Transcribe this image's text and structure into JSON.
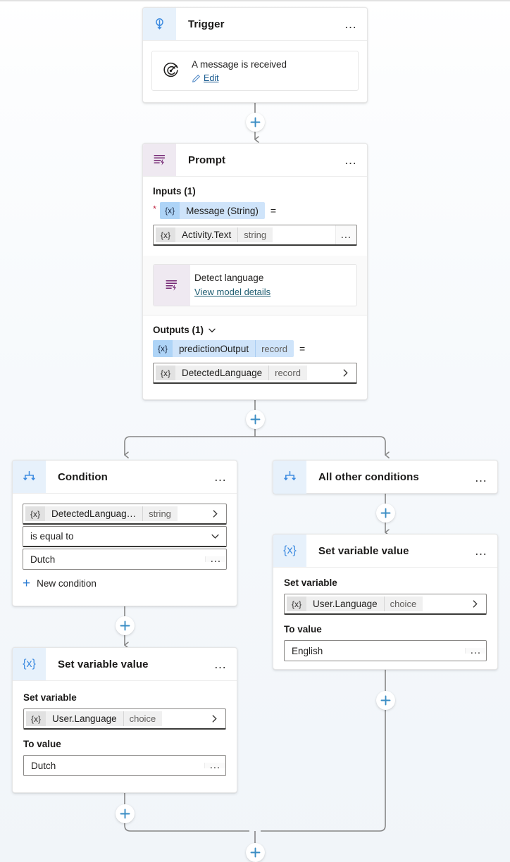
{
  "canvas": {
    "background_top": "#ffffff",
    "background_bottom": "#f1f5f9",
    "connector_color": "#868686",
    "accent_blue": "#2b7cd3"
  },
  "nodes": {
    "trigger": {
      "title": "Trigger",
      "icon": "trigger-lightbulb-icon",
      "menu": "…",
      "item": {
        "icon": "target-arrow-icon",
        "title": "A message is received",
        "edit_link": "Edit",
        "edit_icon": "pencil-icon"
      }
    },
    "prompt": {
      "title": "Prompt",
      "icon": "prompt-lines-bolt-icon",
      "menu": "…",
      "inputs_label": "Inputs (1)",
      "required_marker": "*",
      "input_token": {
        "x": "{x}",
        "name": "Message (String)",
        "type": ""
      },
      "equals": "=",
      "input_value": {
        "x": "{x}",
        "name": "Activity.Text",
        "type": "string",
        "menu": "…"
      },
      "model": {
        "icon": "prompt-lines-bolt-icon",
        "title": "Detect language",
        "link": "View model details"
      },
      "outputs_label": "Outputs (1)",
      "outputs_chevron": "chevron-down-icon",
      "output_token": {
        "x": "{x}",
        "name": "predictionOutput",
        "type": "record"
      },
      "output_equals": "=",
      "output_value": {
        "x": "{x}",
        "name": "DetectedLanguage",
        "type": "record",
        "chevron": "chevron-right-icon"
      }
    },
    "condition": {
      "title": "Condition",
      "icon": "branch-icon",
      "menu": "…",
      "operand": {
        "x": "{x}",
        "name": "DetectedLanguag…",
        "type": "string",
        "chevron": "chevron-right-icon"
      },
      "operator": "is equal to",
      "operator_chevron": "chevron-down-icon",
      "value": "Dutch",
      "value_menu": "…",
      "new_condition": "New condition",
      "new_condition_icon": "plus-icon"
    },
    "all_other_conditions": {
      "title": "All other conditions",
      "icon": "branch-icon",
      "menu": "…"
    },
    "set_variable_left": {
      "title": "Set variable value",
      "icon": "variable-braces-icon",
      "menu": "…",
      "set_variable_label": "Set variable",
      "variable": {
        "x": "{x}",
        "name": "User.Language",
        "type": "choice",
        "chevron": "chevron-right-icon"
      },
      "to_value_label": "To value",
      "to_value": "Dutch",
      "to_value_menu": "…"
    },
    "set_variable_right": {
      "title": "Set variable value",
      "icon": "variable-braces-icon",
      "menu": "…",
      "set_variable_label": "Set variable",
      "variable": {
        "x": "{x}",
        "name": "User.Language",
        "type": "choice",
        "chevron": "chevron-right-icon"
      },
      "to_value_label": "To value",
      "to_value": "English",
      "to_value_menu": "…"
    }
  },
  "add_buttons": [
    {
      "id": "add-after-trigger"
    },
    {
      "id": "add-after-prompt"
    },
    {
      "id": "add-after-all-other-conditions"
    },
    {
      "id": "add-after-left-set-variable"
    },
    {
      "id": "add-after-right-set-variable"
    },
    {
      "id": "add-after-merge"
    }
  ]
}
